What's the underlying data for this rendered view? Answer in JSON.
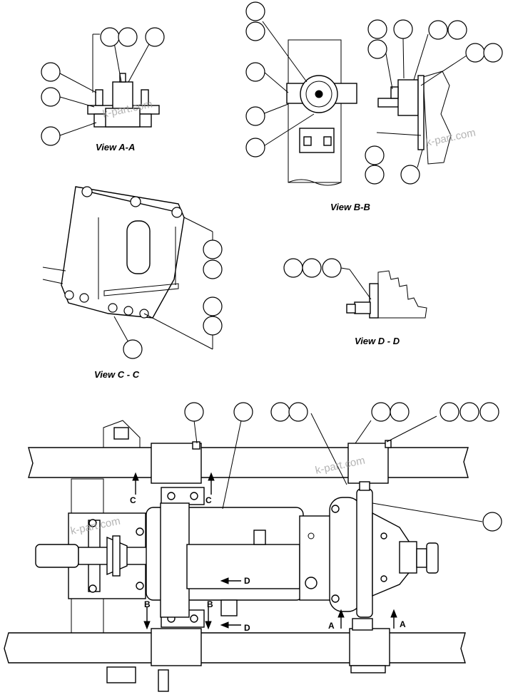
{
  "views": {
    "a": "View A-A",
    "b": "View B-B",
    "c": "View C - C",
    "d": "View  D - D"
  },
  "section_markers": {
    "a": "A",
    "b": "B",
    "c": "C",
    "d": "D"
  },
  "watermark": "k-part.com"
}
